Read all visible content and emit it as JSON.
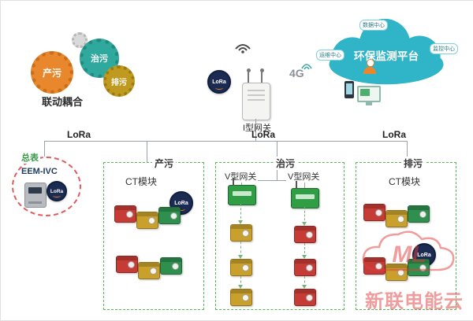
{
  "palette": {
    "cloud": "#2fb4c8",
    "badge": "#1b2b52",
    "module_red": "#c63b35",
    "module_yellow": "#c9a02c",
    "module_green": "#2f8f4e",
    "zone_border": "#57b657",
    "watermark_red": "#e23c3c",
    "gear_orange": "#e8872b",
    "gear_teal": "#2fa89e",
    "gear_gold": "#c09a1f"
  },
  "gears": {
    "gear1": "产污",
    "gear2": "治污",
    "gear3": "排污",
    "caption": "联动耦合"
  },
  "gateway": {
    "label": "I型网关",
    "network": "4G"
  },
  "lora_label": "LoRa",
  "cloud": {
    "title": "环保监测平台",
    "node_top": "数据中心",
    "node_left": "运维中心",
    "node_right": "监控中心"
  },
  "meter": {
    "label": "总表",
    "device": "EEM-IVC"
  },
  "zones": {
    "z1": {
      "label": "产污",
      "module": "CT模块"
    },
    "z2": {
      "label": "治污",
      "gateway_a": "V型网关",
      "gateway_b": "V型网关"
    },
    "z3": {
      "label": "排污",
      "module": "CT模块"
    }
  },
  "watermark": {
    "logo": "ML",
    "text": "新联电能云"
  }
}
